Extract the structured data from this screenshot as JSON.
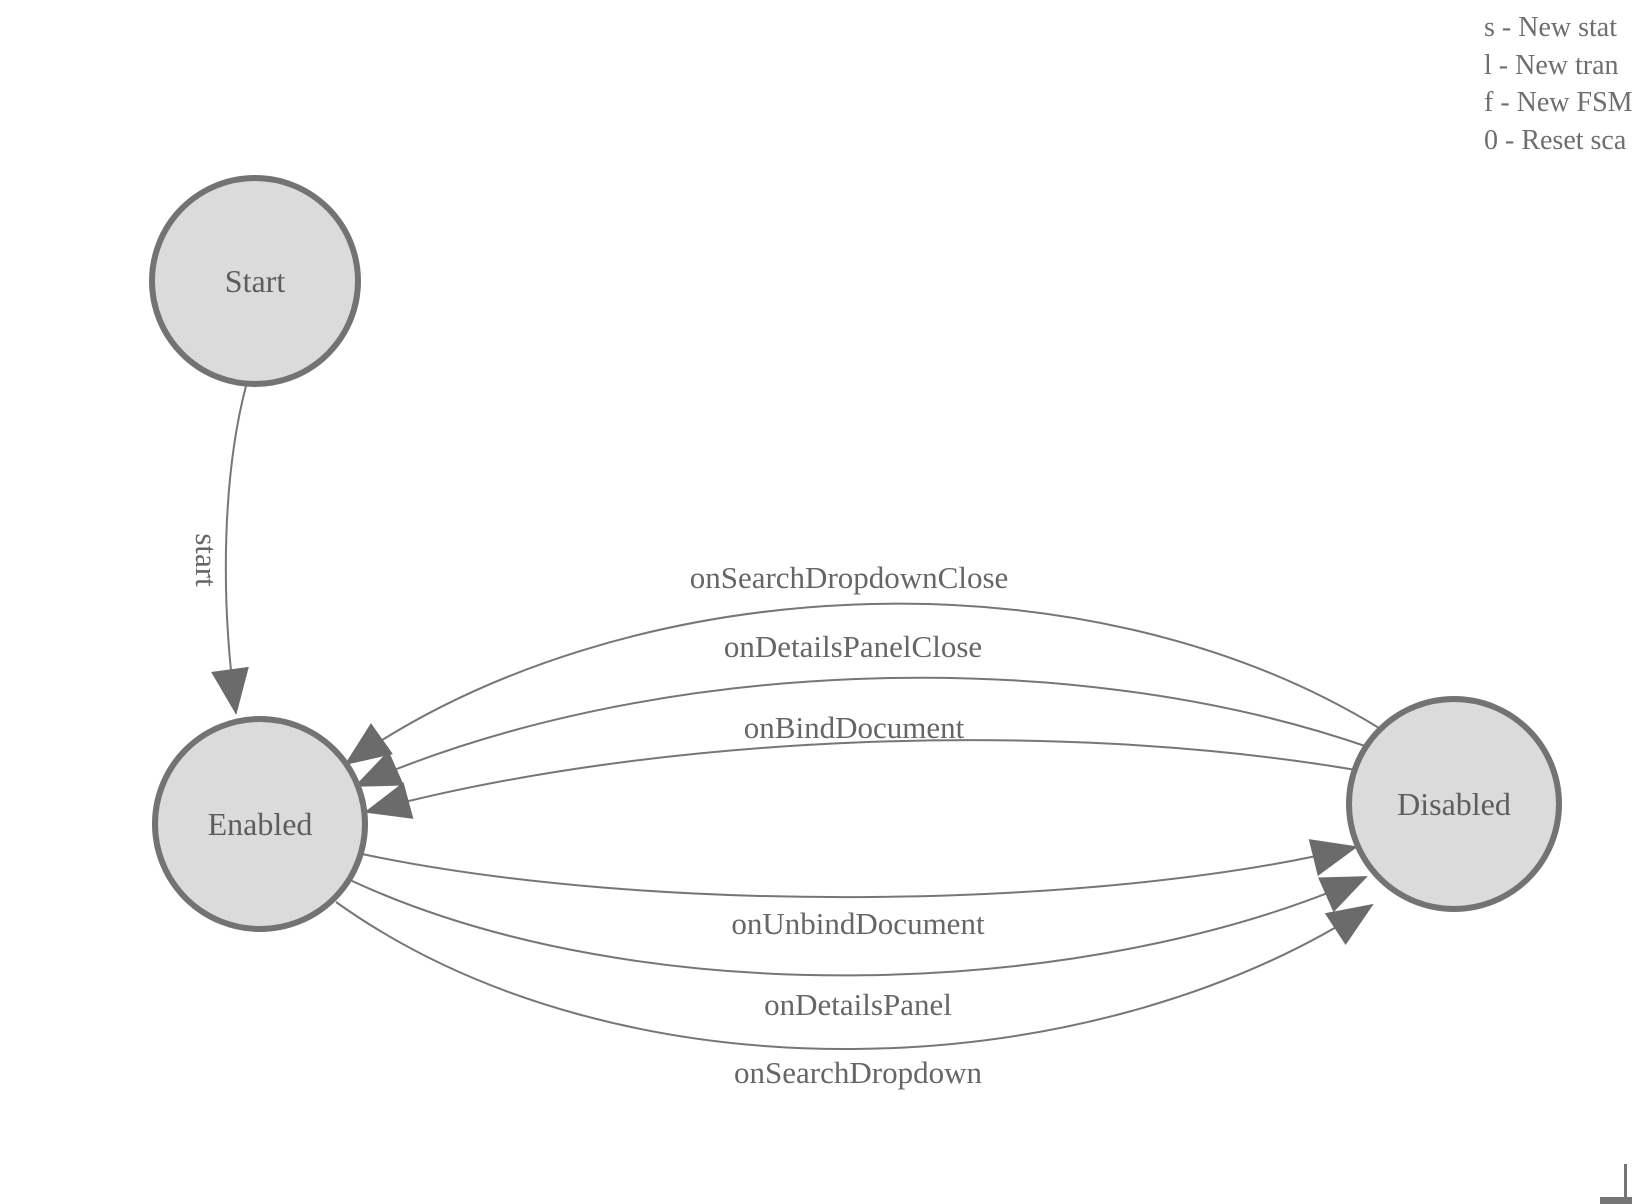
{
  "fsm": {
    "states": [
      {
        "id": "start",
        "label": "Start"
      },
      {
        "id": "enabled",
        "label": "Enabled"
      },
      {
        "id": "disabled",
        "label": "Disabled"
      }
    ],
    "transitions": [
      {
        "label": "start",
        "from": "Start",
        "to": "Enabled"
      },
      {
        "label": "onSearchDropdownClose",
        "from": "Disabled",
        "to": "Enabled"
      },
      {
        "label": "onDetailsPanelClose",
        "from": "Disabled",
        "to": "Enabled"
      },
      {
        "label": "onBindDocument",
        "from": "Disabled",
        "to": "Enabled"
      },
      {
        "label": "onUnbindDocument",
        "from": "Enabled",
        "to": "Disabled"
      },
      {
        "label": "onDetailsPanel",
        "from": "Enabled",
        "to": "Disabled"
      },
      {
        "label": "onSearchDropdown",
        "from": "Enabled",
        "to": "Disabled"
      }
    ]
  },
  "legend": {
    "lines": [
      "s - New stat",
      "l - New tran",
      "f - New FSM",
      "0 - Reset sca"
    ]
  },
  "colors": {
    "state_fill": "#dbdbdb",
    "state_stroke": "#737373",
    "edge_stroke": "#767676",
    "arrow_fill": "#6b6b6b",
    "label_text": "#5d5d5d",
    "background": "#ffffff"
  }
}
